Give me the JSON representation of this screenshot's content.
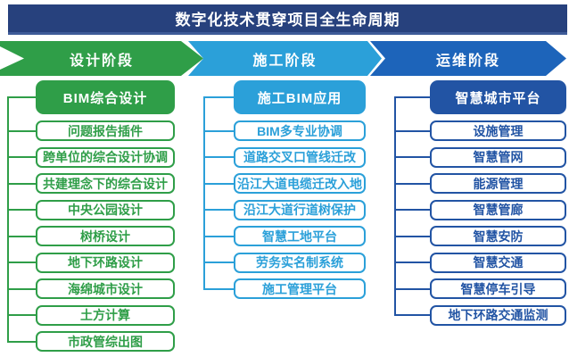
{
  "banner": {
    "title": "数字化技术贯穿项目全生命周期"
  },
  "phases": [
    {
      "label": "设计阶段"
    },
    {
      "label": "施工阶段"
    },
    {
      "label": "运维阶段"
    }
  ],
  "columns": [
    {
      "header": "BIM综合设计",
      "items": [
        "问题报告插件",
        "跨单位的综合设计协调",
        "共建理念下的综合设计",
        "中央公园设计",
        "树桥设计",
        "地下环路设计",
        "海绵城市设计",
        "土方计算",
        "市政管综出图"
      ]
    },
    {
      "header": "施工BIM应用",
      "items": [
        "BIM多专业协调",
        "道路交叉口管线迁改",
        "沿江大道电缆迁改入地",
        "沿江大道行道树保护",
        "智慧工地平台",
        "劳务实名制系统",
        "施工管理平台"
      ]
    },
    {
      "header": "智慧城市平台",
      "items": [
        "设施管理",
        "智慧管网",
        "能源管理",
        "智慧管廊",
        "智慧安防",
        "智慧交通",
        "智慧停车引导",
        "地下环路交通监测"
      ]
    }
  ],
  "colors": {
    "banner": "#27417d",
    "design_green": "#2f9e48",
    "build_blue": "#2ba0d9",
    "ops_blue": "#1d64ba",
    "ops_deep_blue": "#2254a4"
  }
}
